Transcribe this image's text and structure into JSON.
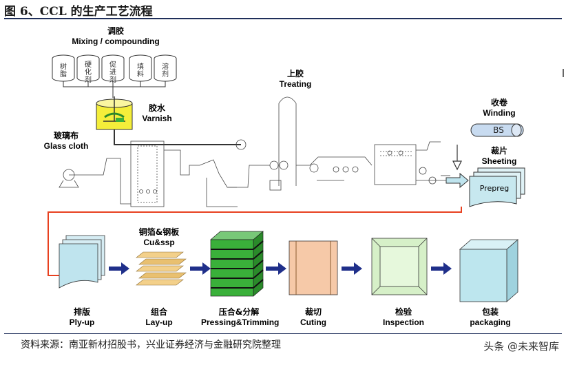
{
  "header": {
    "title": "图 6、CCL 的生产工艺流程"
  },
  "stages": {
    "mixing": {
      "cn": "调胶",
      "en": "Mixing / compounding"
    },
    "varnish": {
      "cn": "胶水",
      "en": "Varnish"
    },
    "glass_cloth": {
      "cn": "玻璃布",
      "en": "Glass cloth"
    },
    "treating": {
      "cn": "上胶",
      "en": "Treating"
    },
    "winding": {
      "cn": "收卷",
      "en": "Winding"
    },
    "sheeting": {
      "cn": "裁片",
      "en": "Sheeting"
    },
    "bs": "BS",
    "prepreg": "Prepreg"
  },
  "drums": [
    {
      "text": "树脂"
    },
    {
      "text": "硬化剂"
    },
    {
      "text": "促进剂"
    },
    {
      "text": "填料"
    },
    {
      "text": "溶剂"
    }
  ],
  "steps": [
    {
      "cn": "排版",
      "en": "Ply-up"
    },
    {
      "cn": "组合",
      "en": "Lay-up"
    },
    {
      "cn": "压合&分解",
      "en": "Pressing&Trimming"
    },
    {
      "cn": "裁切",
      "en": "Cuting"
    },
    {
      "cn": "检验",
      "en": "Inspection"
    },
    {
      "cn": "包装",
      "en": "packaging"
    }
  ],
  "cu_label": {
    "cn": "铜箔&钢板",
    "en": "Cu&ssp"
  },
  "footer": {
    "source": "资料来源：南亚新材招股书，兴业证券经济与金融研究院整理",
    "watermark": "头条 @未来智库"
  },
  "colors": {
    "accent_red": "#e8401f",
    "arrow_blue": "#1f2f8a",
    "press_green": "#3ab03a",
    "cut_orange": "#f6c9a8",
    "inspect_green": "#d6f0c8",
    "package_blue": "#bde6ee",
    "varnish_yellow": "#f4ee3a",
    "rule_navy": "#1f2f5a"
  }
}
